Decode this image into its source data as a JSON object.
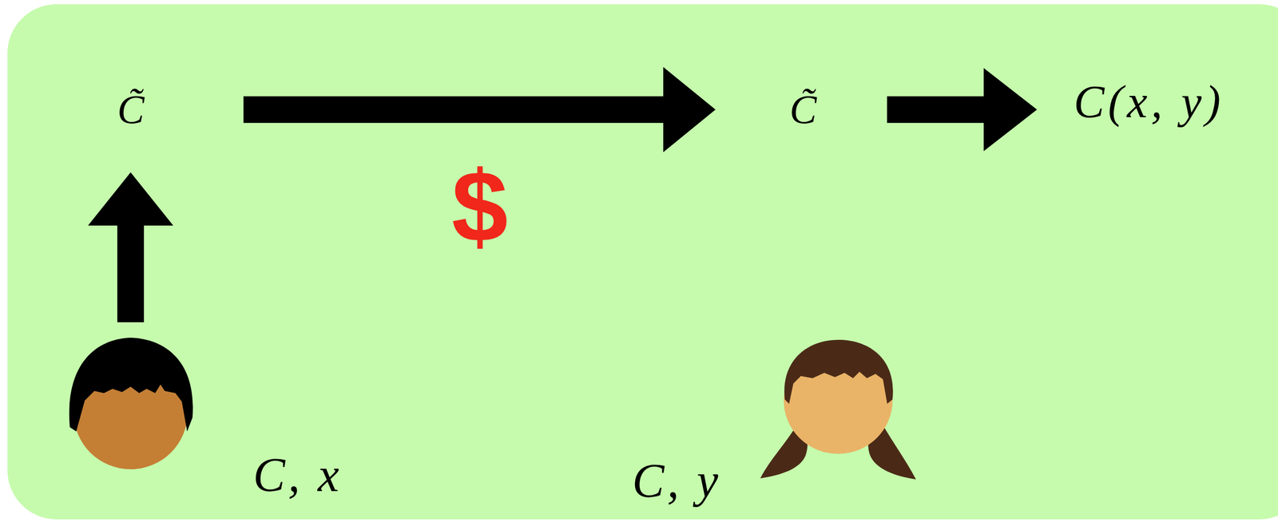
{
  "diagram": {
    "nodes": [
      {
        "text": [
          "C̃"
        ]
      },
      {
        "text": [
          "C̃"
        ]
      },
      {
        "text": [
          "C(x, y)"
        ]
      },
      {
        "text": [
          "C, x"
        ]
      },
      {
        "text": [
          "C, y"
        ]
      }
    ],
    "edges": [
      {
        "from": 3,
        "to": 0,
        "arrow": "to"
      },
      {
        "from": 0,
        "to": 1,
        "label": "$",
        "arrow": "to"
      },
      {
        "from": 1,
        "to": 2,
        "arrow": "to"
      }
    ]
  }
}
